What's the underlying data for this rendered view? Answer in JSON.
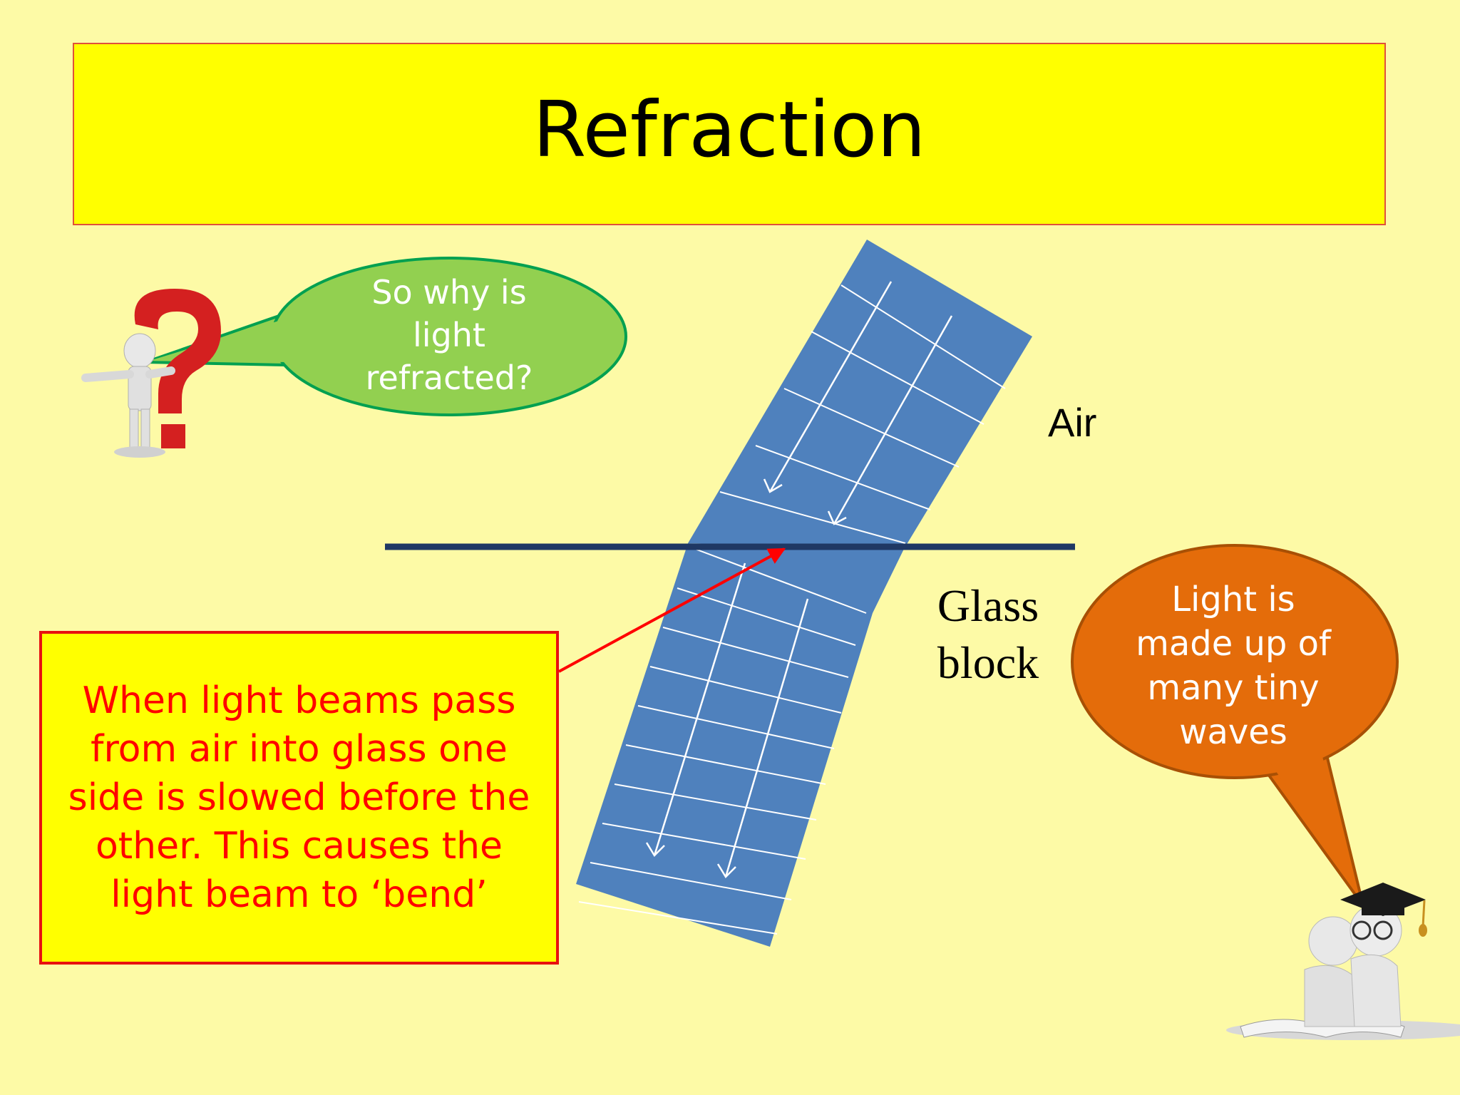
{
  "slide": {
    "title": "Refraction",
    "background_color": "#fdfaa6",
    "title_box_color": "#ffff00"
  },
  "diagram": {
    "air_label": "Air",
    "glass_label_line1": "Glass",
    "glass_label_line2": "block",
    "beam_color": "#4f81bd",
    "boundary_color": "#1f3864"
  },
  "question_bubble": {
    "line1": "So why is",
    "line2": "light",
    "line3": "refracted?",
    "color": "#92d050"
  },
  "wave_bubble": {
    "line1": "Light is",
    "line2": "made up of",
    "line3": "many tiny",
    "line4": "waves",
    "color": "#e46c0a"
  },
  "explanation": {
    "line1": "When light beams pass",
    "line2": "from air into glass one",
    "line3": "side is slowed before the",
    "line4": "other.  This causes the",
    "line5": "light beam to ‘bend’"
  },
  "icons": {
    "question_figure": "question-mark-person-icon",
    "reading_figures": "graduates-reading-icon"
  }
}
